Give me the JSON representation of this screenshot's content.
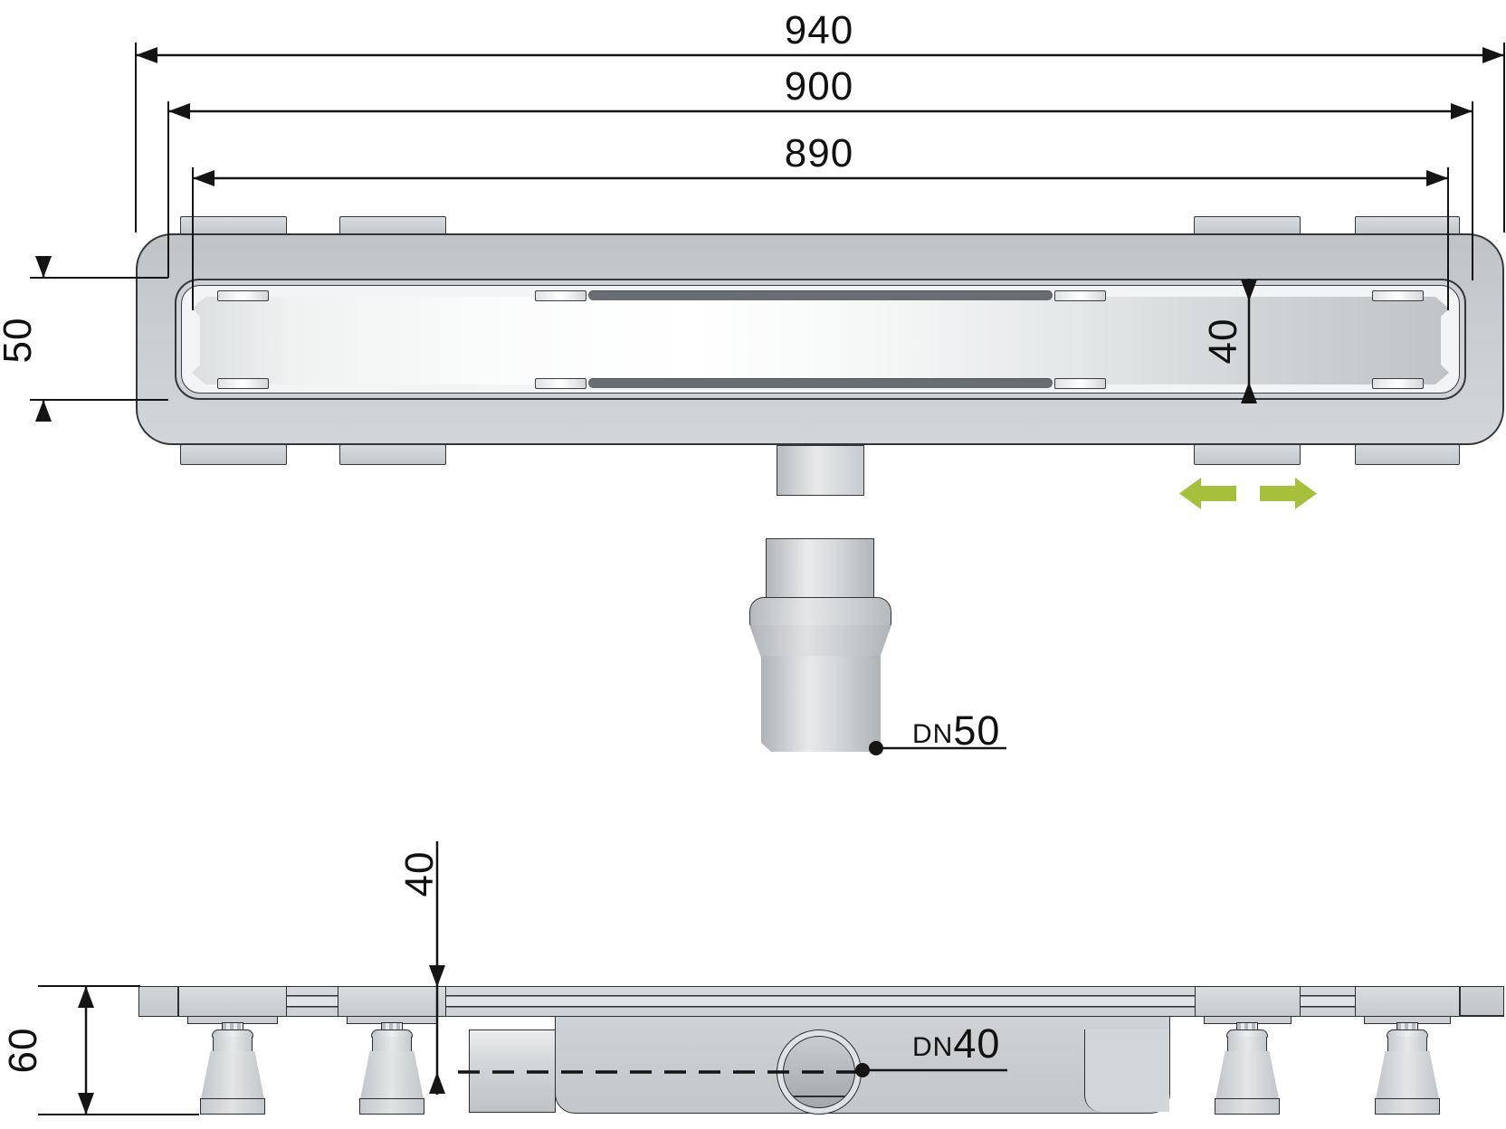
{
  "dimensions": {
    "top_overall": "940",
    "top_flange": "900",
    "top_grate": "890",
    "top_channel_height": "50",
    "top_grate_width": "40",
    "side_depth_to_axis": "40",
    "side_base_height": "60"
  },
  "outlet_labels": {
    "prefix": "DN",
    "bottom_outlet": "50",
    "side_outlet": "40"
  },
  "colors": {
    "accent_green": "#a5c13c",
    "line_black": "#141414"
  }
}
